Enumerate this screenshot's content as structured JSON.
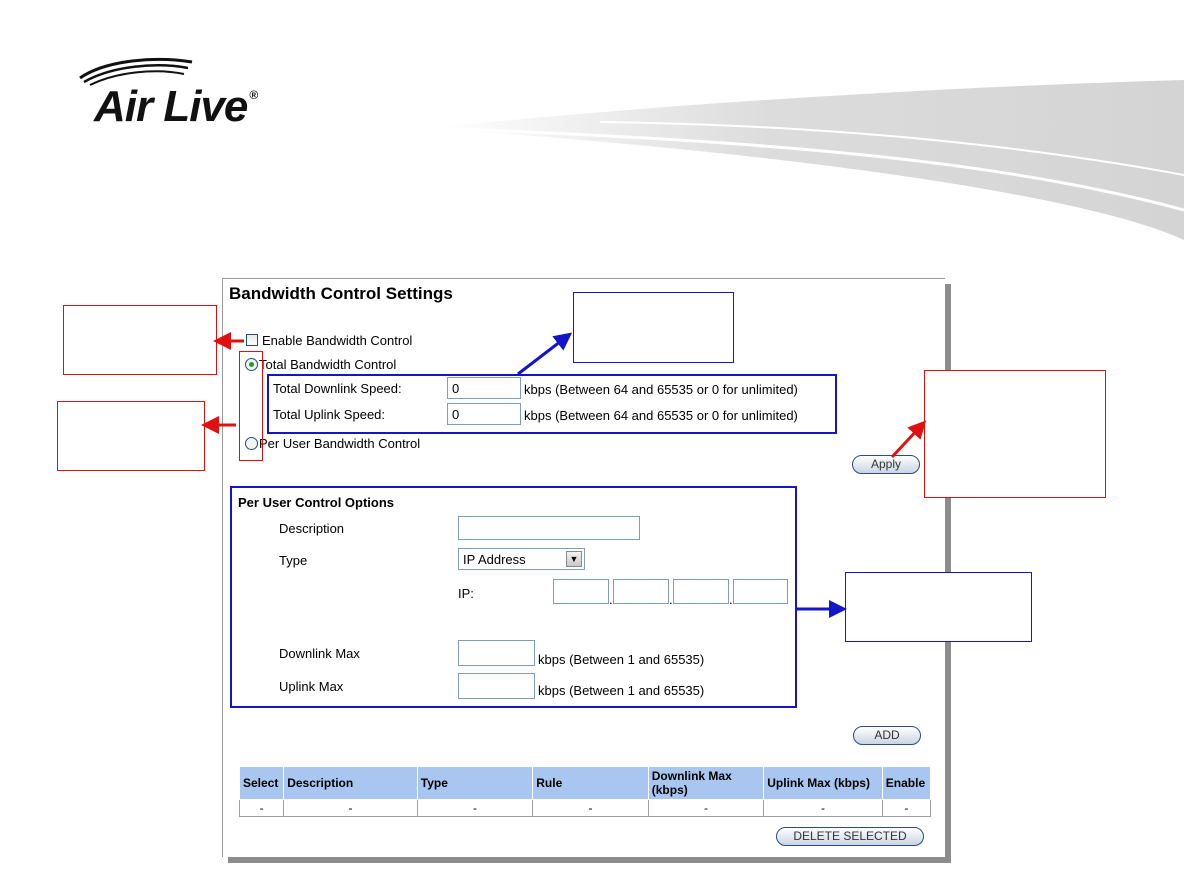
{
  "brand": {
    "name": "Air Live",
    "registered": "®"
  },
  "page": {
    "title": "Bandwidth Control Settings"
  },
  "controls": {
    "enable_label": "Enable Bandwidth Control",
    "total_label": "Total Bandwidth Control",
    "per_user_label": "Per User Bandwidth Control",
    "downlink_label": "Total Downlink Speed:",
    "downlink_value": "0",
    "downlink_hint": "kbps (Between 64 and 65535 or 0 for unlimited)",
    "uplink_label": "Total Uplink Speed:",
    "uplink_value": "0",
    "uplink_hint": "kbps (Between 64 and 65535 or 0 for unlimited)",
    "apply_label": "Apply"
  },
  "per_user": {
    "heading": "Per User Control Options",
    "description_label": "Description",
    "description_value": "",
    "type_label": "Type",
    "type_value": "IP Address",
    "ip_label": "IP:",
    "ip_dot": ".",
    "downlink_max_label": "Downlink Max",
    "downlink_max_hint": "kbps (Between 1 and 65535)",
    "uplink_max_label": "Uplink Max",
    "uplink_max_hint": "kbps (Between 1 and 65535)",
    "add_label": "ADD"
  },
  "table": {
    "headers": [
      "Select",
      "Description",
      "Type",
      "Rule",
      "Downlink Max (kbps)",
      "Uplink Max (kbps)",
      "Enable"
    ],
    "row": [
      "-",
      "-",
      "-",
      "-",
      "-",
      "-",
      "-"
    ],
    "delete_label": "DELETE SELECTED"
  },
  "colors": {
    "annotation_red": "#e01010",
    "annotation_blue": "#1414c8",
    "table_header": "#a8c6f0",
    "radio_selected": "#21a121"
  },
  "icons": [
    "airlive-logo-swoosh",
    "dropdown-arrow-icon"
  ]
}
